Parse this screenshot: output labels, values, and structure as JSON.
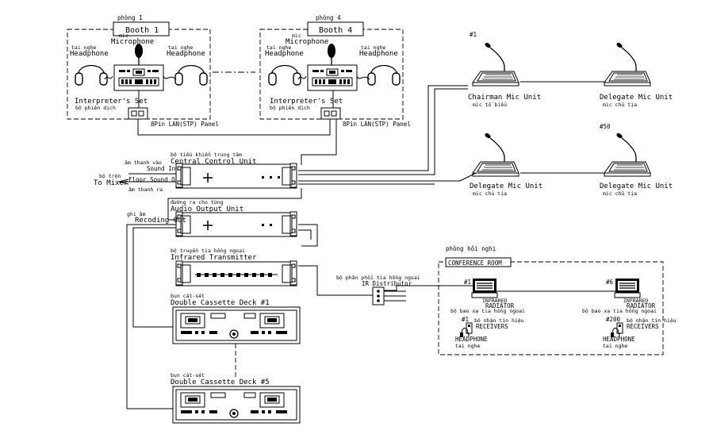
{
  "booth1": {
    "room_vn": "phòng 1",
    "label": "Booth 1",
    "mic_vn": "mic",
    "mic": "Microphone",
    "hp_left_vn": "tai nghe",
    "hp_left": "Headphone",
    "hp_right_vn": "tai nghe",
    "hp_right": "Headphone",
    "set": "Interpreter's Set",
    "set_vn": "bộ phiên dịch"
  },
  "booth4": {
    "room_vn": "phòng 4",
    "label": "Booth 4",
    "mic_vn": "mic",
    "mic": "Microphone",
    "hp_left_vn": "tai nghe",
    "hp_left": "Headphone",
    "hp_right_vn": "tai nghe",
    "hp_right": "Headphone",
    "set": "Interpreter's Set",
    "set_vn": "bộ phiên dịch"
  },
  "lan_panel_1": "8Pin LAN(STP) Panel",
  "lan_panel_4": "8Pin LAN(STP) Panel",
  "central_unit": {
    "label_vn": "bộ tiều khiển trung tâm",
    "label": "Central Control Unit",
    "sound_in_vn": "âm thanh vào",
    "sound_in": "Sound In",
    "to_mixer_vn": "bộ trộn",
    "to_mixer": "To Mixer",
    "floor_out": "Floor Sound Out",
    "floor_out_vn": "âm thanh ra"
  },
  "audio_output": {
    "label_vn": "đường ra cho từng",
    "label": "Audio Output Unit"
  },
  "recording": {
    "label_vn": "ghi âm",
    "label": "Recoding Out"
  },
  "ir_transmitter": {
    "label_vn": "bộ truyền tia hồng ngoại",
    "label": "Infrared Transmitter"
  },
  "cassette1": {
    "label_vn": "bụn cát-sét",
    "label": "Double Cassette Deck #1"
  },
  "cassette5": {
    "label_vn": "bụn cát-sét",
    "label": "Double Cassette Deck #5"
  },
  "ir_distributor": {
    "label_vn": "bộ phân phối tia hồng ngoại",
    "label": "IR Distributor"
  },
  "mics": {
    "chairman_num": "#1",
    "chairman": "Chairman Mic Unit",
    "chairman_vn": "mic tổ biểu",
    "delegate_top": "Delegate Mic Unit",
    "delegate_top_vn": "mic chủ tịa",
    "delegate_mid": "Delegate Mic Unit",
    "delegate_mid_vn": "mic chủ tịa",
    "delegate_last_num": "#50",
    "delegate_last": "Delegate Mic Unit",
    "delegate_last_vn": "mic chủ tịa"
  },
  "conference": {
    "room_vn": "phòng hội nghị",
    "room": "CONFERENCE ROOM",
    "rad1_num": "#1",
    "rad1_a": "INFRARED",
    "rad1_b": "RADIATOR",
    "rad1_vn": "bộ bao xạ tia hồng ngoại",
    "rad2_num": "#6",
    "rad2_a": "INFRARED",
    "rad2_b": "RADIATOR",
    "rad2_vn": "bộ bao xạ tia hồng ngoại",
    "rec1_num": "#1",
    "rec1_vn": "bộ nhận tín hiệu",
    "rec1": "RECEIVERS",
    "hp1": "HEADPHONE",
    "hp1_vn": "tai nghe",
    "rec2_num": "#200",
    "rec2_vn": "bộ nhận tín hiệu",
    "rec2": "RECEIVERS",
    "hp2": "HEADPHONE",
    "hp2_vn": "tai nghe"
  }
}
